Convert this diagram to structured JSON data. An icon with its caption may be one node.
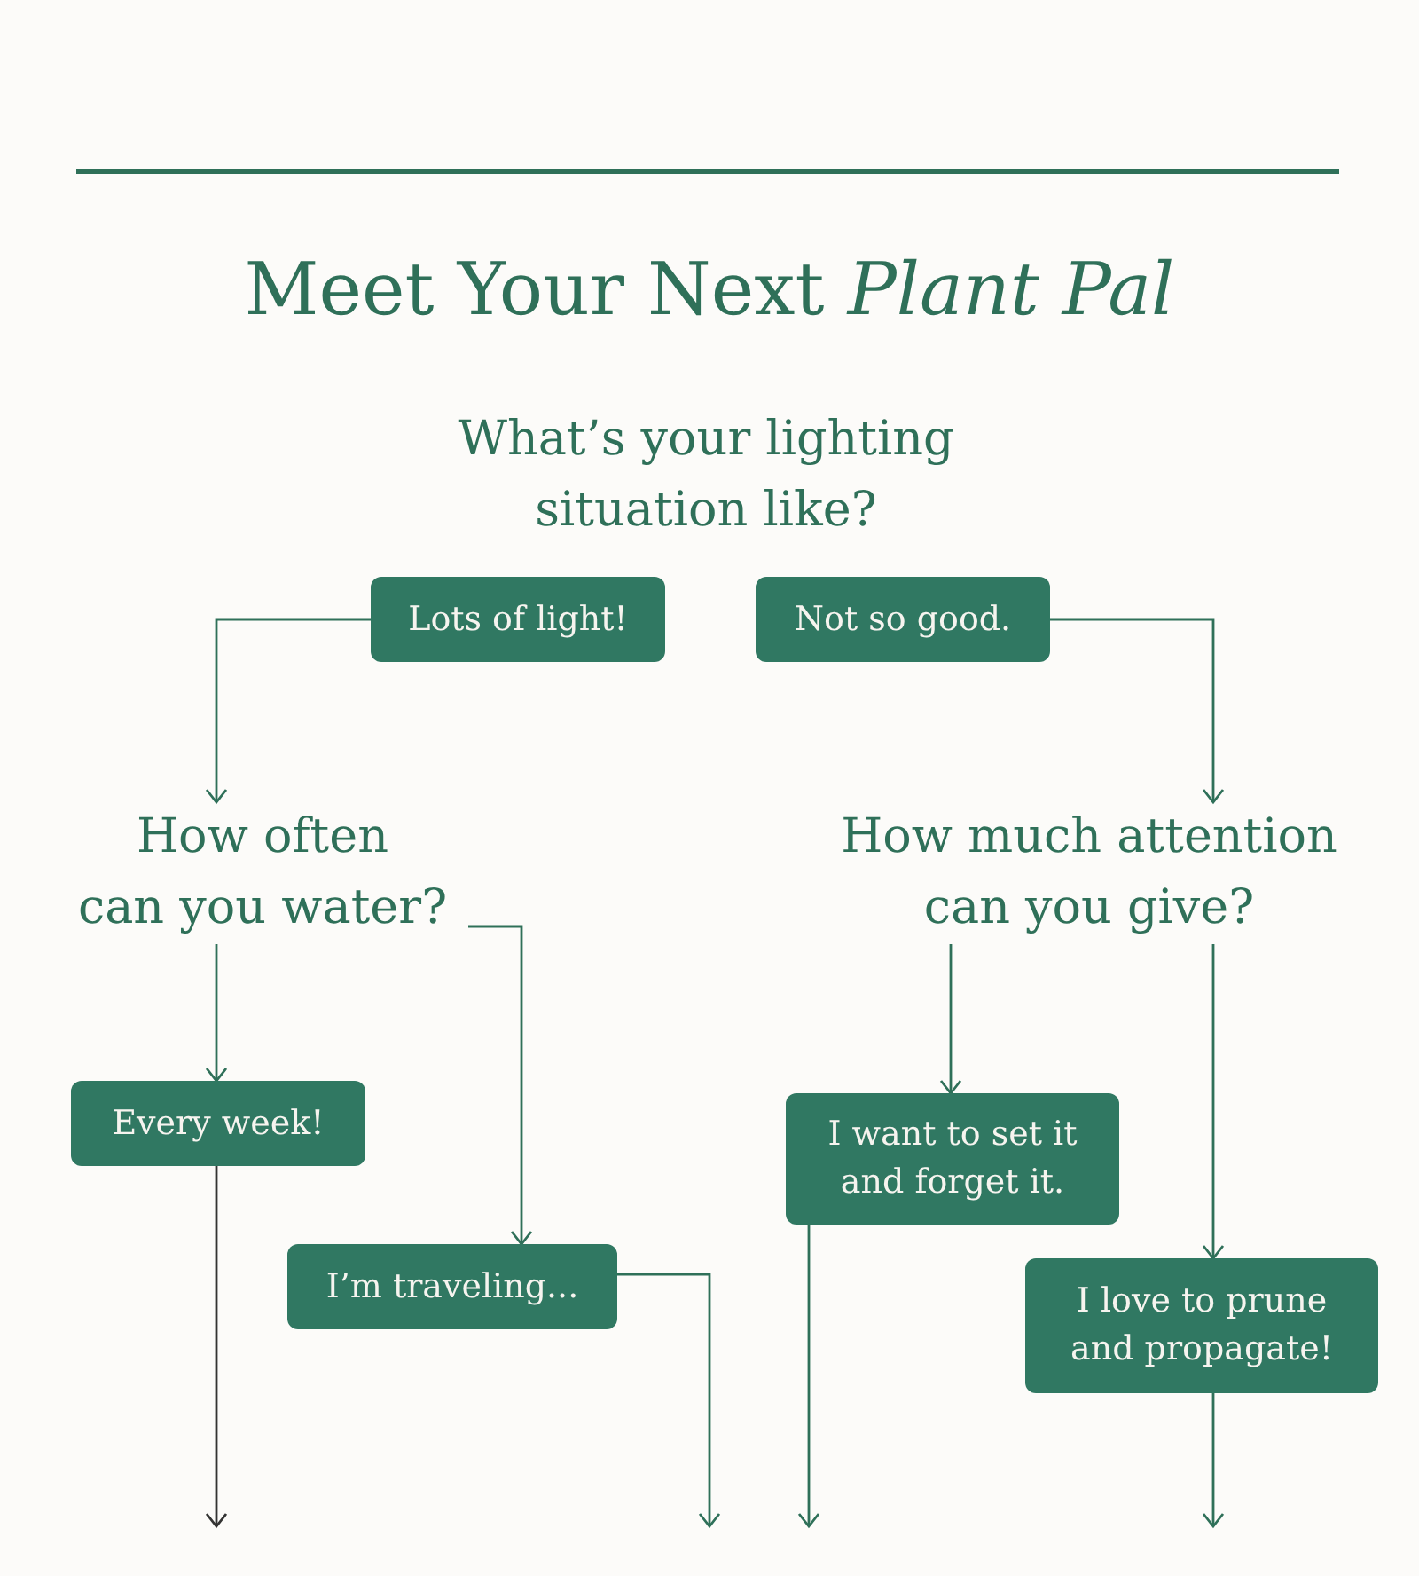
{
  "diagram": {
    "title": "Meet Your Next *Plant Pal*",
    "nodes": [
      {
        "text": [
          "What’s your lighting situation like?"
        ]
      },
      {
        "text": [
          "Lots of light!"
        ]
      },
      {
        "text": [
          "Not so good."
        ]
      },
      {
        "text": [
          "How often can you water?"
        ]
      },
      {
        "text": [
          "How much attention can you give?"
        ]
      },
      {
        "text": [
          "Every week!"
        ]
      },
      {
        "text": [
          "I’m traveling..."
        ]
      },
      {
        "text": [
          "I want to set it and forget it."
        ]
      },
      {
        "text": [
          "I love to prune and propagate!"
        ]
      }
    ],
    "edges": [
      {
        "from": 1,
        "to": 3,
        "arrow": "to"
      },
      {
        "from": 2,
        "to": 4,
        "arrow": "to"
      },
      {
        "from": 3,
        "to": 5,
        "arrow": "to"
      },
      {
        "from": 3,
        "to": 6,
        "arrow": "to"
      },
      {
        "from": 4,
        "to": 7,
        "arrow": "to"
      },
      {
        "from": 4,
        "to": 8,
        "arrow": "to"
      },
      {
        "from": 5,
        "to": null,
        "arrow": "to",
        "color": "#333333"
      },
      {
        "from": 6,
        "to": null,
        "arrow": "to"
      },
      {
        "from": 7,
        "to": null,
        "arrow": "to"
      },
      {
        "from": 8,
        "to": null,
        "arrow": "to"
      }
    ]
  }
}
